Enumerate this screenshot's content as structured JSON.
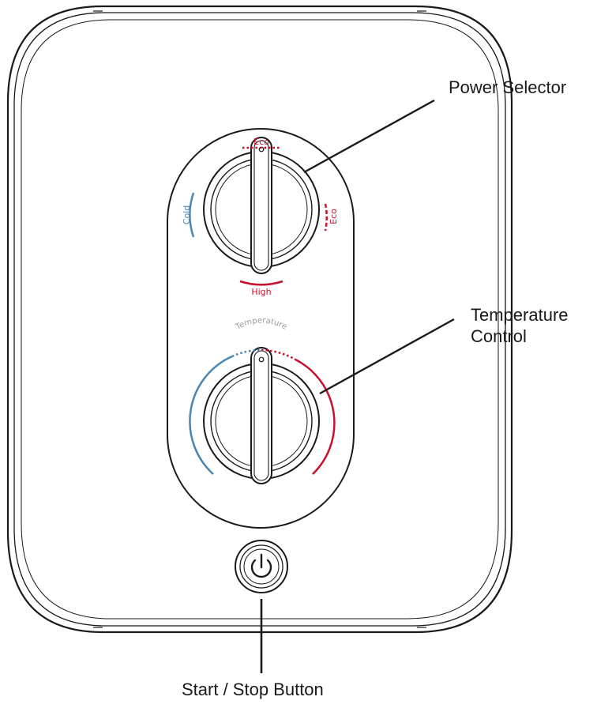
{
  "callouts": {
    "power_selector": "Power Selector",
    "temperature_line1": "Temperature",
    "temperature_line2": "Control",
    "start_stop": "Start / Stop Button"
  },
  "dial_labels": {
    "power_top": "Eco",
    "power_right": "Eco",
    "power_left": "Cold",
    "power_bottom": "High",
    "temperature_top": "Temperature"
  },
  "icons": {
    "power": "power-icon"
  },
  "colors": {
    "outline": "#1a1a1a",
    "cold_blue": "#4a86b4",
    "hot_red": "#c8102e"
  }
}
